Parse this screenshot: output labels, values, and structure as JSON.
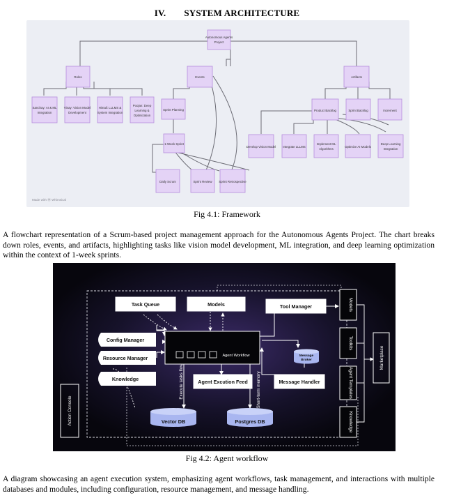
{
  "section": {
    "number": "IV.",
    "title": "SYSTEM ARCHITECTURE"
  },
  "figure1": {
    "caption": "Fig 4.1: Framework",
    "watermark": "Made with Ⓦ Whimsical",
    "nodes": {
      "root": [
        "Autonomous Agents",
        "Project"
      ],
      "roles": [
        "Roles"
      ],
      "events": [
        "Events"
      ],
      "artifacts": [
        "Artifacts"
      ],
      "role1": [
        "Sanchay: AI & ML",
        "Integration"
      ],
      "role2": [
        "Vinay: Vision Model",
        "Development"
      ],
      "role3": [
        "Himali: LLLMS &",
        "System Integration"
      ],
      "role4": [
        "Poojan: Deep",
        "Learning &",
        "Optimization"
      ],
      "sprint_planning": [
        "Sprint Planning"
      ],
      "one_week": [
        "1-Week Sprint"
      ],
      "daily_scrum": [
        "Daily Scrum"
      ],
      "sprint_review": [
        "Sprint Review"
      ],
      "sprint_retro": [
        "Sprint Retrospective"
      ],
      "product_backlog": [
        "Product Backlog"
      ],
      "sprint_backlog": [
        "Sprint Backlog"
      ],
      "increment": [
        "Increment"
      ],
      "pb1": [
        "Develop Vision Model"
      ],
      "pb2": [
        "Integrate LLLMS"
      ],
      "pb3": [
        "Implement ML",
        "Algorithms"
      ],
      "pb4": [
        "Optimize AI Models"
      ],
      "pb5": [
        "Deep Learning",
        "Integration"
      ]
    }
  },
  "paragraph1": "A flowchart representation of a Scrum-based project management approach for the Autonomous Agents Project. The chart breaks down roles, events, and artifacts, highlighting tasks like vision model development, ML integration, and deep learning optimization within the context of 1-week sprints.",
  "figure2": {
    "caption": "Fig 4.2: Agent workflow",
    "boxes": {
      "task_queue": "Task Queue",
      "models": "Models",
      "tool_manager": "Tool Manager",
      "config_manager": "Config Manager",
      "resource_manager": "Resource Manager",
      "knowledge": "Knowledge",
      "agent_workflow": "Agent Workflow",
      "message_broker": [
        "Message",
        "Broker"
      ],
      "message_handler": "Message Handler",
      "agent_feed": "Agent Excution Feed",
      "vector_db": "Vector DB",
      "postgres_db": "Postgres DB",
      "action_console": "Action Console",
      "marketplace": "Marketplace"
    },
    "side_items": [
      "Models",
      "Toolkits",
      "Agent Templates",
      "Knowledge"
    ],
    "line_labels": {
      "left": "Execute tasks flow",
      "right": "Short-term memory"
    }
  },
  "paragraph2": "A diagram showcasing an agent execution system, emphasizing agent workflows, task management, and interactions with multiple databases and modules, including configuration, resource management, and message handling.",
  "colors": {
    "node_fill": "#e4d3f6",
    "node_border": "#b58ddc",
    "fig2_bg": "#0b0a14",
    "db_fill": "#a9b6f0"
  }
}
